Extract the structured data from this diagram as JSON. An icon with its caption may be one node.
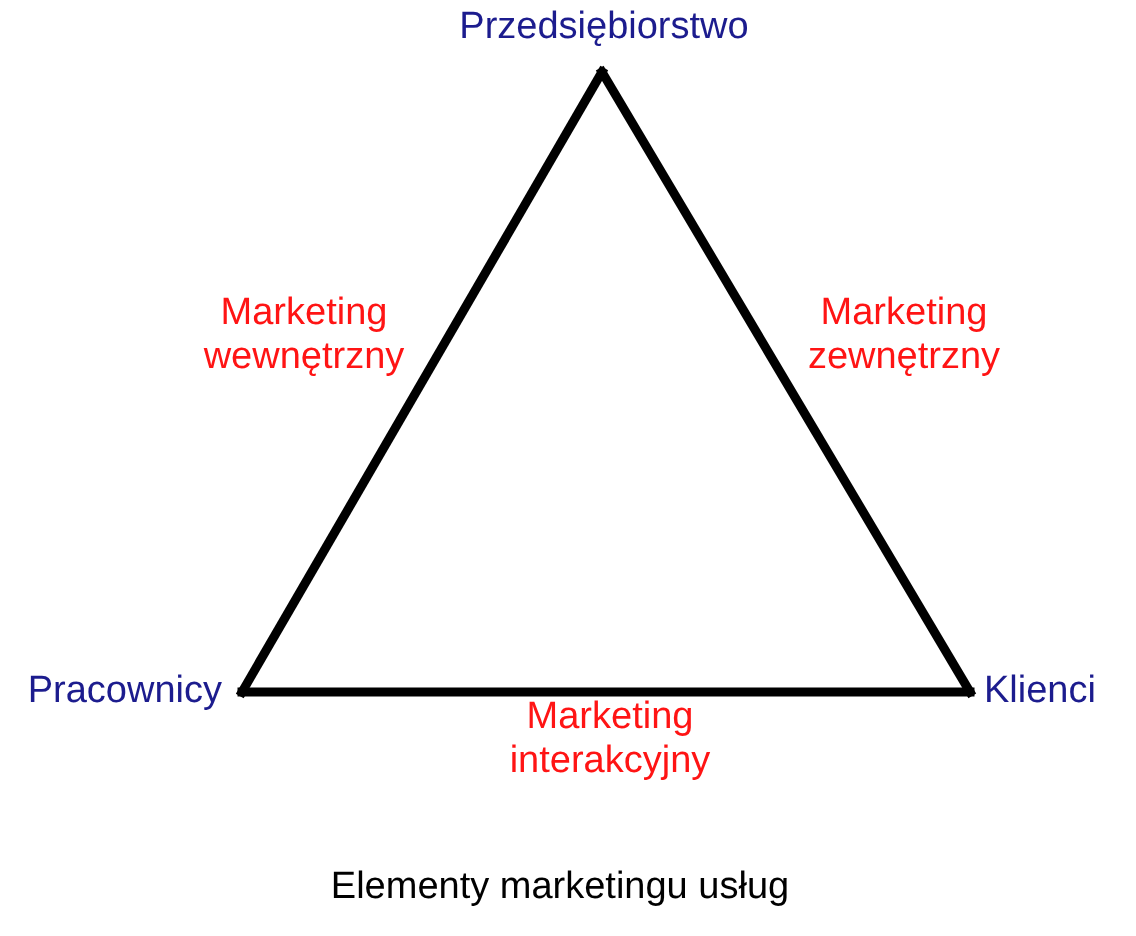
{
  "diagram": {
    "caption": "Elementy marketingu usług",
    "nodes": [
      {
        "text": [
          "Przedsiębiorstwo"
        ]
      },
      {
        "text": [
          "Pracownicy"
        ]
      },
      {
        "text": [
          "Klienci"
        ]
      }
    ],
    "edges": [
      {
        "from": 0,
        "to": 1,
        "arrow": "none",
        "label": "Marketing wewnętrzny"
      },
      {
        "from": 0,
        "to": 2,
        "arrow": "none",
        "label": "Marketing zewnętrzny"
      },
      {
        "from": 1,
        "to": 2,
        "arrow": "none",
        "label": "Marketing interakcyjny"
      }
    ]
  }
}
